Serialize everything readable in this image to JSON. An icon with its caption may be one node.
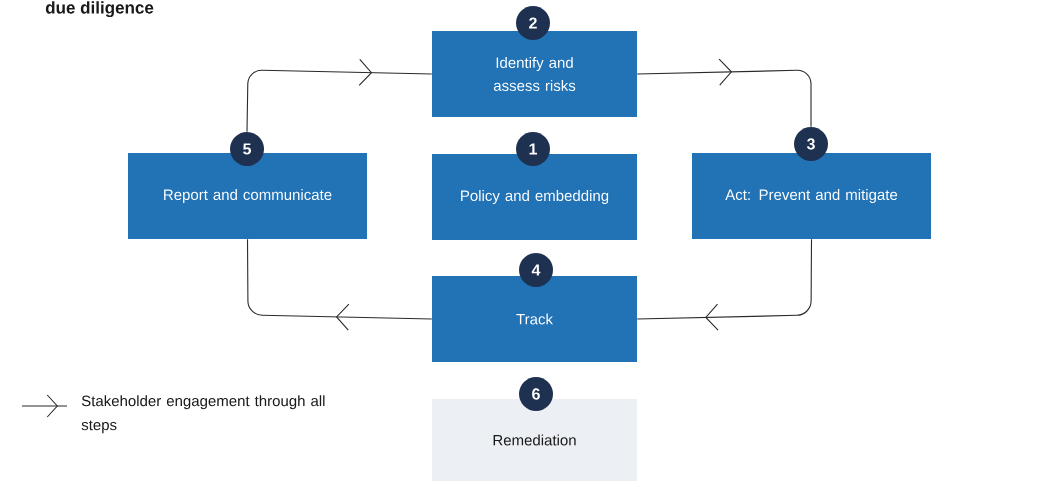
{
  "diagram": {
    "title": "due diligence",
    "nodes": [
      {
        "text": [
          "2",
          "Identify and assess risks"
        ]
      },
      {
        "text": [
          "5",
          "Report and communicate"
        ]
      },
      {
        "text": [
          "1",
          "Policy and embedding"
        ]
      },
      {
        "text": [
          "3",
          "Act: Prevent and mitigate"
        ]
      },
      {
        "text": [
          "4",
          "Track"
        ]
      },
      {
        "text": [
          "6",
          "Remediation"
        ]
      }
    ],
    "edges": [
      {
        "from": 0,
        "to": 3,
        "arrow": "to"
      },
      {
        "from": 3,
        "to": 4,
        "arrow": "to"
      },
      {
        "from": 4,
        "to": 1,
        "arrow": "to"
      },
      {
        "from": 1,
        "to": 0,
        "arrow": "to"
      }
    ],
    "legend": [
      {
        "text": "Stakeholder engagement through all steps"
      }
    ]
  }
}
